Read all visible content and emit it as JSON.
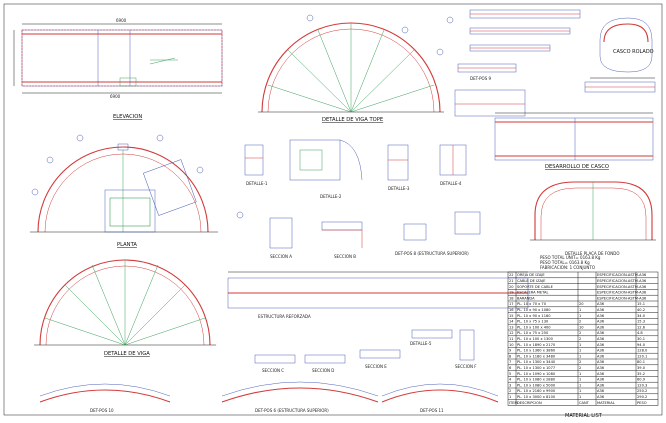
{
  "views": {
    "detail_viga_tope": "DETALLE DE VIGA TOPE",
    "detail_viga": "DETALLE DE VIGA",
    "elevation": "ELEVACION",
    "planta": "PLANTA",
    "casco": "CASCO ROLADO",
    "desarrollo_casco": "DESARROLLO DE CASCO",
    "placa_fondo": "DETALLE PLACA DE FONDO",
    "detalle_1": "DETALLE-1",
    "detalle_2": "DETALLE-2",
    "detalle_3": "DETALLE-3",
    "detalle_4": "DETALLE-4",
    "detalle_5": "DETALLE-5",
    "rolado": "ESTRUCTURA REFORZADA",
    "seccion_a": "SECCION A",
    "seccion_b": "SECCION B",
    "seccion_c": "SECCION C",
    "seccion_d": "SECCION D",
    "seccion_e": "SECCION E",
    "seccion_f": "SECCION F",
    "det_pos_9": "DET-POS 9",
    "det_pos_10": "DET-POS 10",
    "det_pos_11": "DET-POS 11",
    "det_pos_8": "DET-POS 8 (ESTRUCTURA SUPERIOR)",
    "det_pos_6": "DET-POS 6 (ESTRUCTURA SUPERIOR)"
  },
  "weights": {
    "line1": "PESO TOTAL UNIT= 0163.8 Kg",
    "line2": "PESO TOTAL= 0163.8 Kg",
    "line3": "FABRICACION: 1 CONJUNTO"
  },
  "material_list": {
    "title": "MATERIAL LIST",
    "headers": [
      "ITEM",
      "DESCRIPCION",
      "CANT",
      "MATERIAL",
      "PESO"
    ],
    "rows": [
      [
        "22",
        "OREJA DE IZAJE",
        "",
        "ESPECIFICACION-ASTM-A36",
        ""
      ],
      [
        "21",
        "CABLE DE IZAJE",
        "",
        "ESPECIFICACION-ASTM-A36",
        ""
      ],
      [
        "20",
        "SOPORTE DE CABLE",
        "",
        "ESPECIFICACION-ASTM-A36",
        ""
      ],
      [
        "19",
        "ESCALERA METAL",
        "",
        "ESPECIFICACION-ASTM-A36",
        ""
      ],
      [
        "18",
        "BARANDA",
        "",
        "ESPECIFICACION-ASTM-A36",
        ""
      ],
      [
        "17",
        "PL. 10 x 70 x 70",
        "20",
        "A36",
        "15.1"
      ],
      [
        "16",
        "PL. 10 x 90 x 1080",
        "1",
        "A36",
        "40.2"
      ],
      [
        "15",
        "PL. 10 x 90 x 1180",
        "1",
        "A36",
        "34.0"
      ],
      [
        "14",
        "PL. 10 x 75 x 130",
        "2",
        "A36",
        "15.3"
      ],
      [
        "13",
        "PL. 10 x 100 x 400",
        "10",
        "A36",
        "12.6"
      ],
      [
        "12",
        "PL. 10 x 75 x 250",
        "2",
        "A36",
        "4.8"
      ],
      [
        "11",
        "PL. 10 x 100 x 1300",
        "2",
        "A36",
        "30.1"
      ],
      [
        "10",
        "PL. 10 x 1890 x 2170",
        "1",
        "A36",
        "94.0"
      ],
      [
        "9",
        "PL. 10 x 1360 x 3860",
        "1",
        "A36",
        "128.0"
      ],
      [
        "8",
        "PL. 10 x 1180 x 3480",
        "1",
        "A36",
        "120.1"
      ],
      [
        "7",
        "PL. 10 x 1300 x 3440",
        "2",
        "A36",
        "80.1"
      ],
      [
        "6",
        "PL. 10 x 1300 x 1077",
        "2",
        "A36",
        "39.0"
      ],
      [
        "5",
        "PL. 10 x 1090 x 1080",
        "1",
        "A36",
        "35.2"
      ],
      [
        "4",
        "PL. 10 x 1080 x 2880",
        "1",
        "A36",
        "60.9"
      ],
      [
        "3",
        "PL. 10 x 1080 x 5000",
        "1",
        "A36",
        "120.3"
      ],
      [
        "2",
        "PL. 10 x 2160 x 9900",
        "1",
        "A36",
        "250.2"
      ],
      [
        "1",
        "PL. 10 x 3000 x 8100",
        "1",
        "A36",
        "290.2"
      ]
    ]
  }
}
